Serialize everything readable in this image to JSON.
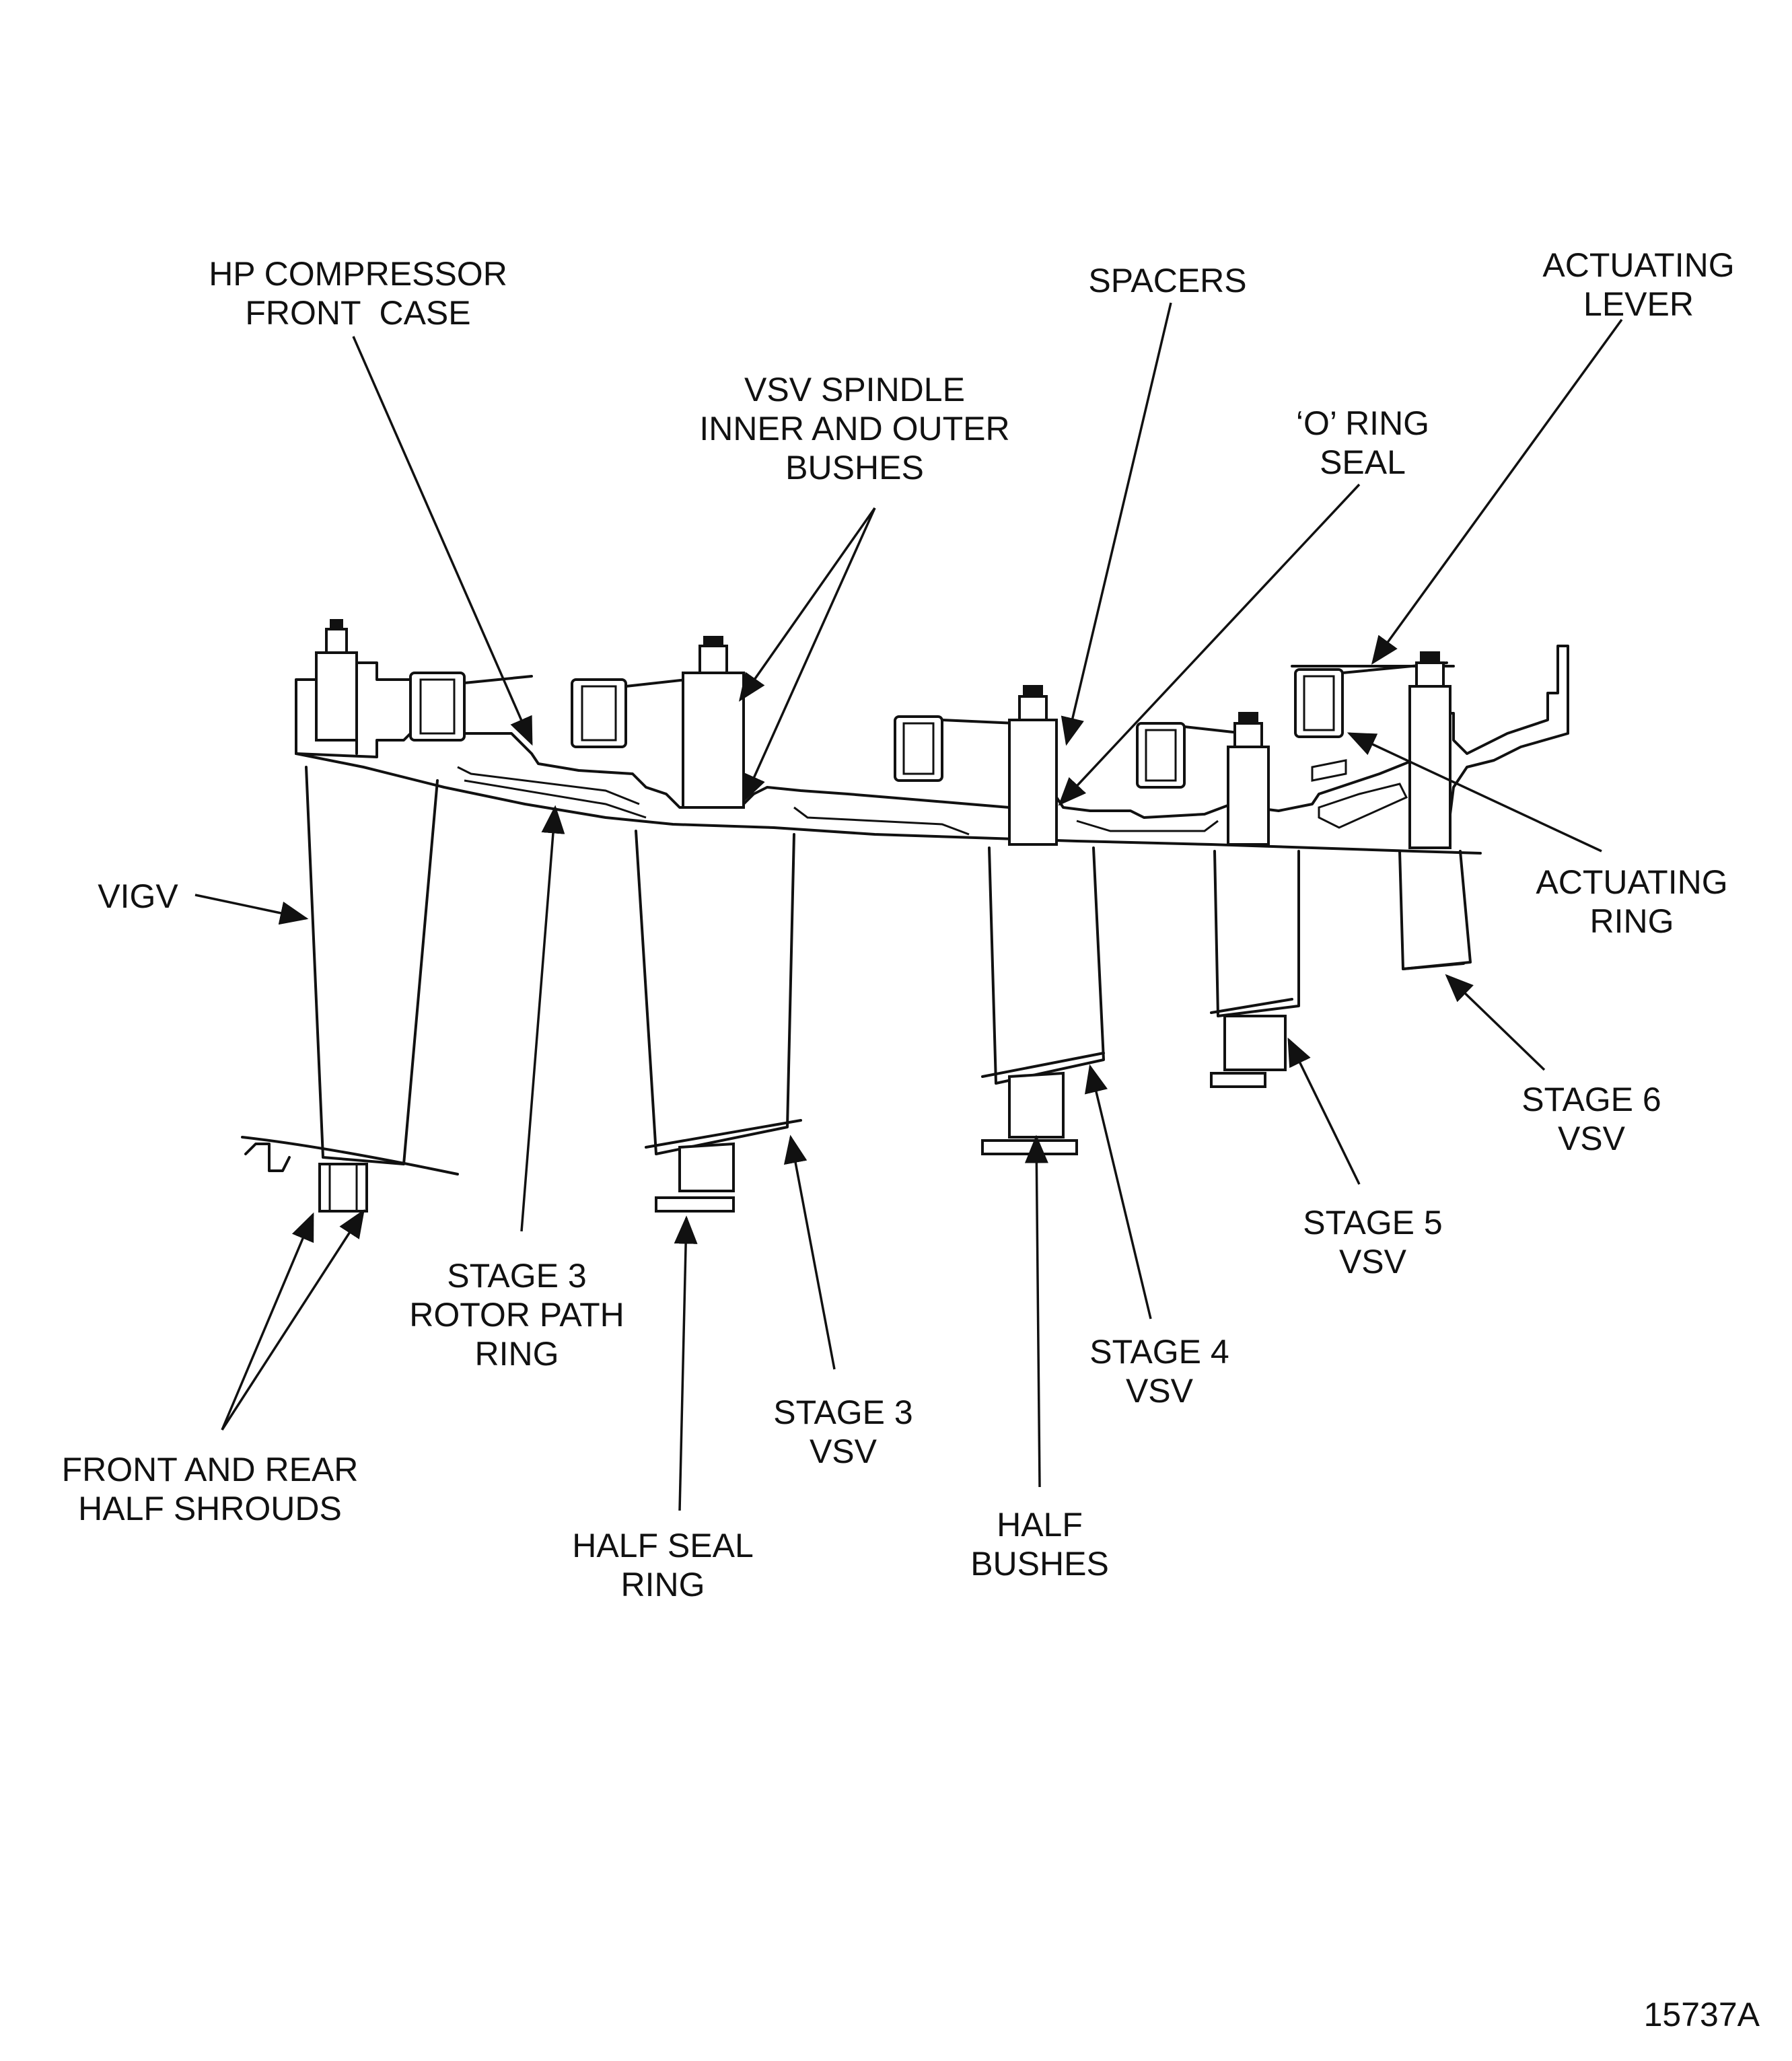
{
  "labels": {
    "hp_compressor_front_case": "HP COMPRESSOR\nFRONT  CASE",
    "spacers": "SPACERS",
    "actuating_lever": "ACTUATING\nLEVER",
    "vsv_spindle_bushes": "VSV SPINDLE\nINNER AND OUTER\nBUSHES",
    "o_ring_seal": "‘O’ RING\nSEAL",
    "vigv": "VIGV",
    "actuating_ring": "ACTUATING\nRING",
    "stage_6_vsv": "STAGE 6\nVSV",
    "stage_5_vsv": "STAGE 5\nVSV",
    "stage_3_rotor_path_ring": "STAGE 3\nROTOR PATH\nRING",
    "stage_4_vsv": "STAGE 4\nVSV",
    "stage_3_vsv": "STAGE 3\nVSV",
    "front_and_rear_half_shrouds": "FRONT AND REAR\nHALF SHROUDS",
    "half_seal_ring": "HALF SEAL\nRING",
    "half_bushes": "HALF\nBUSHES"
  },
  "figure_number": "15737A"
}
